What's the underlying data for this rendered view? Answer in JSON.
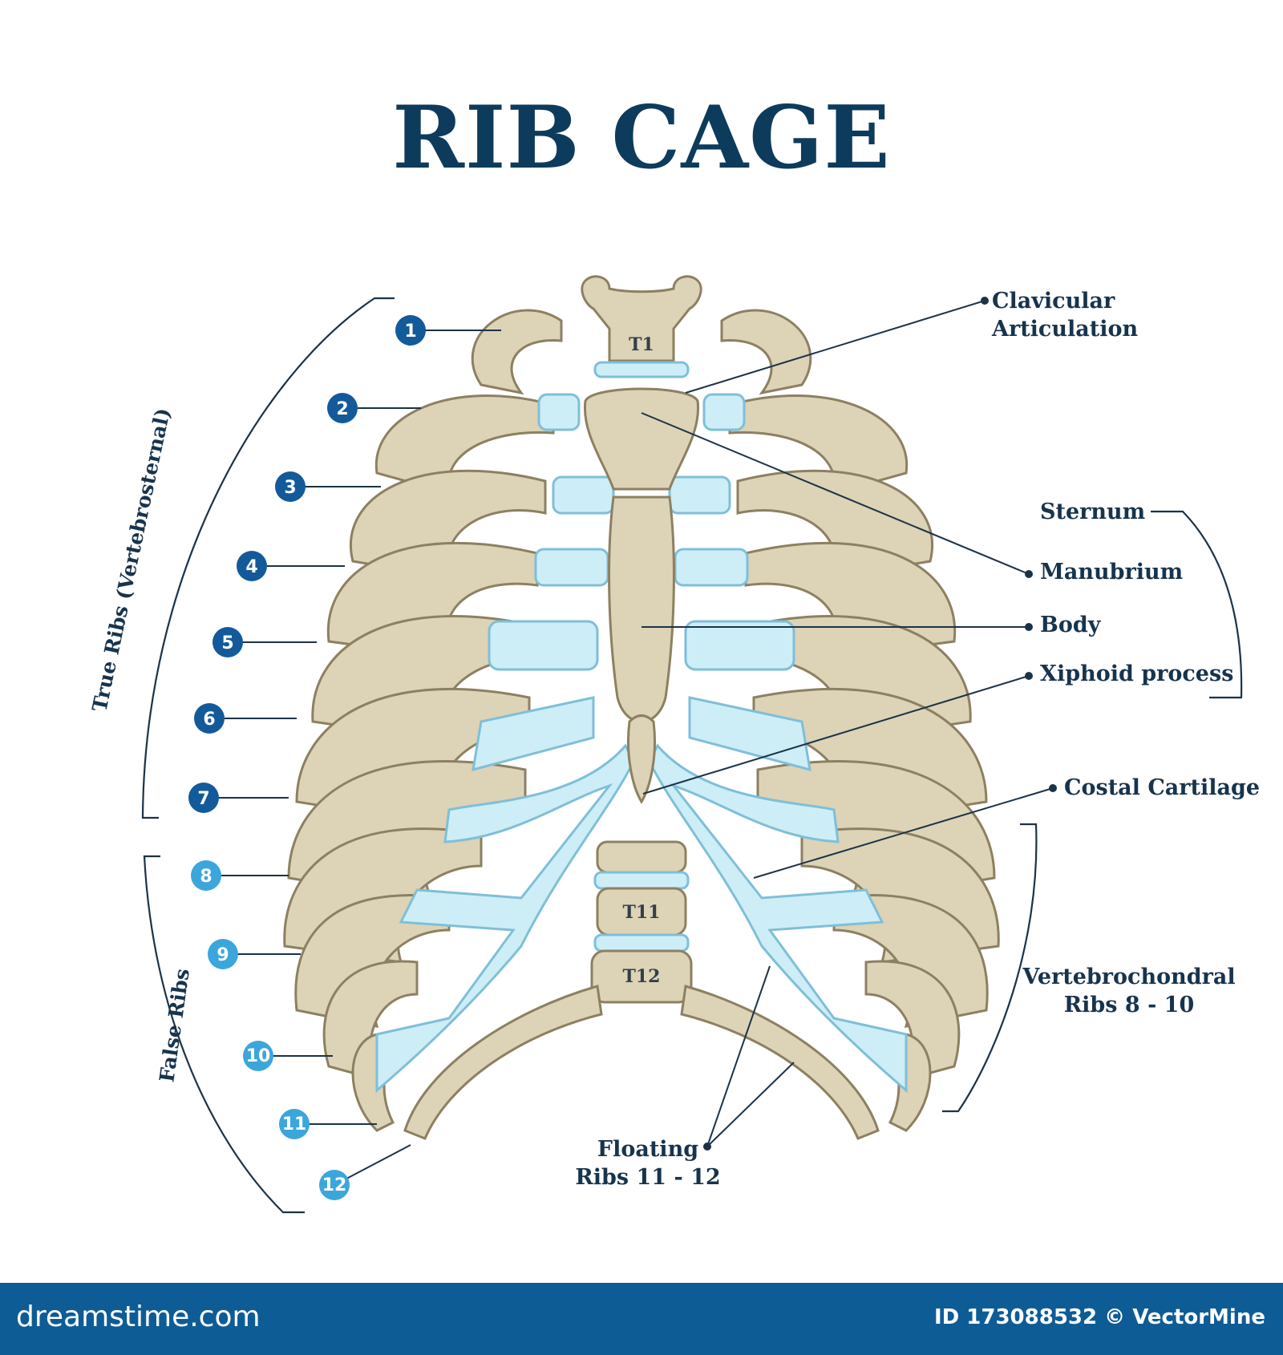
{
  "title": "RIB CAGE",
  "labels": {
    "clavicular": [
      "Clavicular",
      "Articulation"
    ],
    "sternum": "Sternum",
    "manubrium": "Manubrium",
    "body": "Body",
    "xiphoid": "Xiphoid process",
    "costal": "Costal Cartilage",
    "vertebrochondral": [
      "Vertebrochondral",
      "Ribs 8 - 10"
    ],
    "floating": [
      "Floating",
      "Ribs 11 - 12"
    ],
    "true_ribs": "True Ribs (Vertebrosternal)",
    "false_ribs": "False Ribs"
  },
  "vertebrae": {
    "t1": "T1",
    "t11": "T11",
    "t12": "T12"
  },
  "rib_numbers": [
    "1",
    "2",
    "3",
    "4",
    "5",
    "6",
    "7",
    "8",
    "9",
    "10",
    "11",
    "12"
  ],
  "colors": {
    "title": "#0d3b5c",
    "bone": "#ddd3b6",
    "cartilage": "#cdeef7",
    "true_rib_markers": "#135a9a",
    "false_rib_markers": "#3ba6dc",
    "footer": "#0e5c96"
  },
  "footer": {
    "brand": "dreamstime.com",
    "credit": "ID 173088532 © VectorMine"
  }
}
